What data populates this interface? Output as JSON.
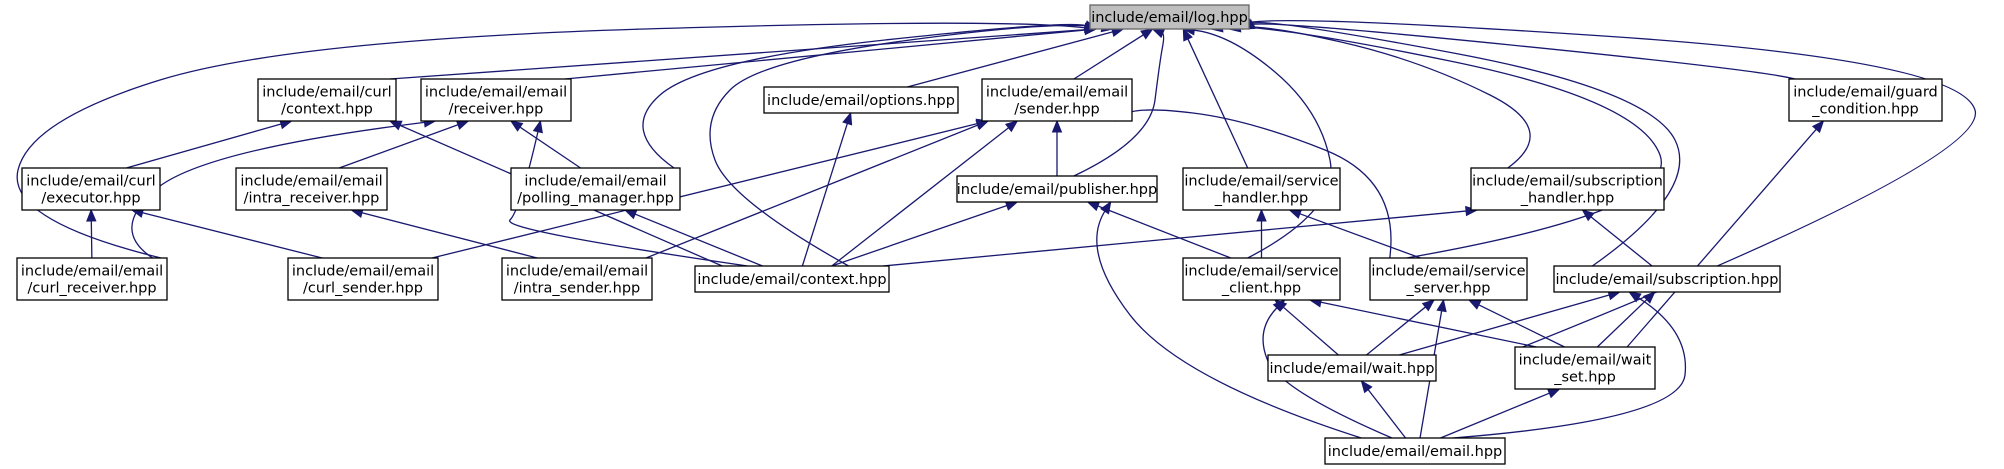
{
  "nodes": [
    {
      "id": "log",
      "lines": [
        "include/email/log.hpp"
      ],
      "root": true
    },
    {
      "id": "curl_context",
      "lines": [
        "include/email/curl",
        "/context.hpp"
      ]
    },
    {
      "id": "receiver",
      "lines": [
        "include/email/email",
        "/receiver.hpp"
      ]
    },
    {
      "id": "options",
      "lines": [
        "include/email/options.hpp"
      ]
    },
    {
      "id": "sender",
      "lines": [
        "include/email/email",
        "/sender.hpp"
      ]
    },
    {
      "id": "guard_condition",
      "lines": [
        "include/email/guard",
        "_condition.hpp"
      ]
    },
    {
      "id": "curl_executor",
      "lines": [
        "include/email/curl",
        "/executor.hpp"
      ]
    },
    {
      "id": "intra_receiver",
      "lines": [
        "include/email/email",
        "/intra_receiver.hpp"
      ]
    },
    {
      "id": "polling_manager",
      "lines": [
        "include/email/email",
        "/polling_manager.hpp"
      ]
    },
    {
      "id": "publisher",
      "lines": [
        "include/email/publisher.hpp"
      ]
    },
    {
      "id": "service_handler",
      "lines": [
        "include/email/service",
        "_handler.hpp"
      ]
    },
    {
      "id": "subscription_handler",
      "lines": [
        "include/email/subscription",
        "_handler.hpp"
      ]
    },
    {
      "id": "curl_receiver",
      "lines": [
        "include/email/email",
        "/curl_receiver.hpp"
      ]
    },
    {
      "id": "curl_sender",
      "lines": [
        "include/email/email",
        "/curl_sender.hpp"
      ]
    },
    {
      "id": "intra_sender",
      "lines": [
        "include/email/email",
        "/intra_sender.hpp"
      ]
    },
    {
      "id": "context",
      "lines": [
        "include/email/context.hpp"
      ]
    },
    {
      "id": "service_client",
      "lines": [
        "include/email/service",
        "_client.hpp"
      ]
    },
    {
      "id": "service_server",
      "lines": [
        "include/email/service",
        "_server.hpp"
      ]
    },
    {
      "id": "subscription",
      "lines": [
        "include/email/subscription.hpp"
      ]
    },
    {
      "id": "wait",
      "lines": [
        "include/email/wait.hpp"
      ]
    },
    {
      "id": "wait_set",
      "lines": [
        "include/email/wait",
        "_set.hpp"
      ]
    },
    {
      "id": "email",
      "lines": [
        "include/email/email.hpp"
      ]
    }
  ],
  "edges": [
    [
      "curl_context",
      "log"
    ],
    [
      "receiver",
      "log"
    ],
    [
      "options",
      "log"
    ],
    [
      "sender",
      "log"
    ],
    [
      "guard_condition",
      "log"
    ],
    [
      "polling_manager",
      "log"
    ],
    [
      "publisher",
      "log"
    ],
    [
      "service_handler",
      "log"
    ],
    [
      "subscription_handler",
      "log"
    ],
    [
      "curl_receiver",
      "log"
    ],
    [
      "context",
      "log"
    ],
    [
      "service_client",
      "log"
    ],
    [
      "service_server",
      "log"
    ],
    [
      "subscription",
      "log"
    ],
    [
      "wait_set",
      "log"
    ],
    [
      "curl_executor",
      "curl_context"
    ],
    [
      "context",
      "curl_context"
    ],
    [
      "intra_receiver",
      "receiver"
    ],
    [
      "polling_manager",
      "receiver"
    ],
    [
      "curl_receiver",
      "receiver"
    ],
    [
      "context",
      "receiver"
    ],
    [
      "context",
      "options"
    ],
    [
      "publisher",
      "sender"
    ],
    [
      "curl_sender",
      "sender"
    ],
    [
      "intra_sender",
      "sender"
    ],
    [
      "context",
      "sender"
    ],
    [
      "service_server",
      "sender"
    ],
    [
      "wait_set",
      "guard_condition"
    ],
    [
      "curl_receiver",
      "curl_executor"
    ],
    [
      "curl_sender",
      "curl_executor"
    ],
    [
      "intra_sender",
      "intra_receiver"
    ],
    [
      "context",
      "polling_manager"
    ],
    [
      "context",
      "publisher"
    ],
    [
      "service_client",
      "publisher"
    ],
    [
      "email",
      "publisher"
    ],
    [
      "service_client",
      "service_handler"
    ],
    [
      "service_server",
      "service_handler"
    ],
    [
      "context",
      "subscription_handler"
    ],
    [
      "subscription",
      "subscription_handler"
    ],
    [
      "wait",
      "service_client"
    ],
    [
      "wait_set",
      "service_client"
    ],
    [
      "email",
      "service_client"
    ],
    [
      "wait",
      "service_server"
    ],
    [
      "wait_set",
      "service_server"
    ],
    [
      "email",
      "service_server"
    ],
    [
      "wait",
      "subscription"
    ],
    [
      "wait_set",
      "subscription"
    ],
    [
      "email",
      "subscription"
    ],
    [
      "email",
      "wait"
    ],
    [
      "email",
      "wait_set"
    ]
  ]
}
